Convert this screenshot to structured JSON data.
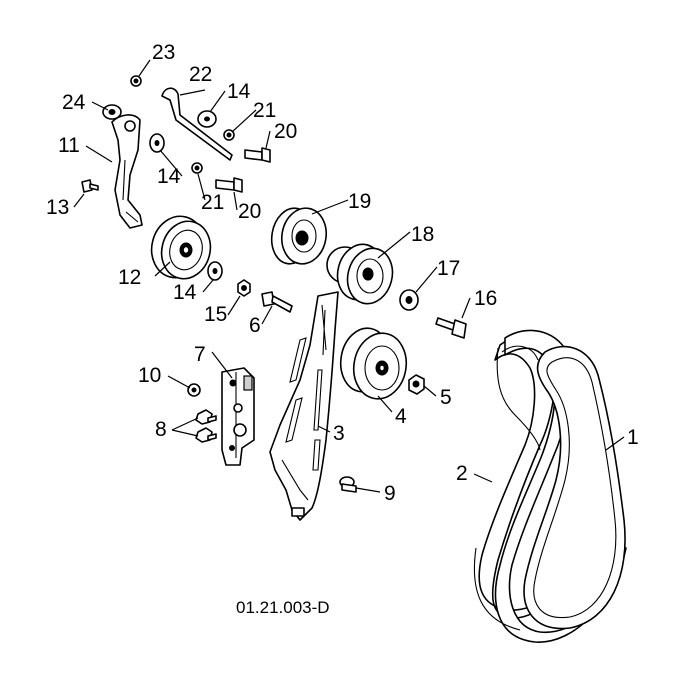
{
  "diagram": {
    "caption": "01.21.003-D",
    "callouts": {
      "c1": "1",
      "c2": "2",
      "c3": "3",
      "c4": "4",
      "c5": "5",
      "c6": "6",
      "c7": "7",
      "c8": "8",
      "c9": "9",
      "c10": "10",
      "c11": "11",
      "c12": "12",
      "c13": "13",
      "c14a": "14",
      "c14b": "14",
      "c14c": "14",
      "c15": "15",
      "c16": "16",
      "c17": "17",
      "c18": "18",
      "c19": "19",
      "c20a": "20",
      "c20b": "20",
      "c21a": "21",
      "c21b": "21",
      "c22": "22",
      "c23": "23",
      "c24": "24"
    }
  }
}
